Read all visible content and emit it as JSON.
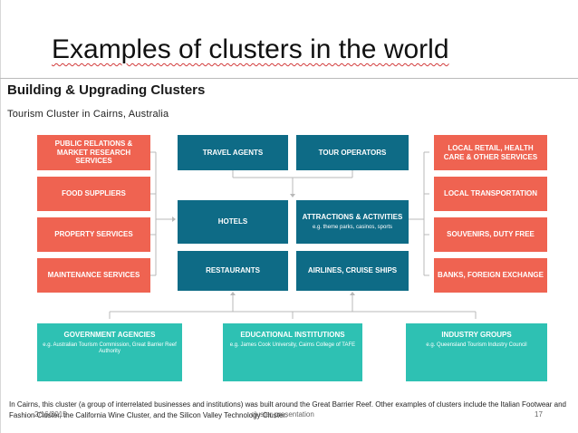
{
  "slide": {
    "title": "Examples of clusters in the world",
    "heading": "Building & Upgrading Clusters",
    "subheading": "Tourism Cluster in Cairns, Australia",
    "caption": "In Cairns, this cluster (a group of interrelated businesses and institutions) was built around the Great Barrier Reef. Other examples of clusters include the Italian Footwear and Fashion Cluster, the California Wine Cluster, and the Silicon Valley Technology Cluster.",
    "footer_date": "2/16/2015",
    "footer_center": "cluster presentation",
    "footer_page": "17"
  },
  "diagram": {
    "left": [
      {
        "label": "PUBLIC RELATIONS & MARKET RESEARCH SERVICES"
      },
      {
        "label": "FOOD SUPPLIERS"
      },
      {
        "label": "PROPERTY SERVICES"
      },
      {
        "label": "MAINTENANCE SERVICES"
      }
    ],
    "center": [
      {
        "label": "TRAVEL AGENTS",
        "note": ""
      },
      {
        "label": "TOUR OPERATORS",
        "note": ""
      },
      {
        "label": "HOTELS",
        "note": ""
      },
      {
        "label": "ATTRACTIONS & ACTIVITIES",
        "note": "e.g. theme parks, casinos, sports"
      },
      {
        "label": "RESTAURANTS",
        "note": ""
      },
      {
        "label": "AIRLINES, CRUISE SHIPS",
        "note": ""
      }
    ],
    "right": [
      {
        "label": "LOCAL RETAIL, HEALTH CARE & OTHER SERVICES"
      },
      {
        "label": "LOCAL TRANSPORTATION"
      },
      {
        "label": "SOUVENIRS, DUTY FREE"
      },
      {
        "label": "BANKS, FOREIGN EXCHANGE"
      }
    ],
    "bottom": [
      {
        "label": "GOVERNMENT AGENCIES",
        "note": "e.g. Australian Tourism Commission, Great Barrier Reef Authority"
      },
      {
        "label": "EDUCATIONAL INSTITUTIONS",
        "note": "e.g. James Cook University, Cairns College of TAFE"
      },
      {
        "label": "INDUSTRY GROUPS",
        "note": "e.g. Queensland Tourism Industry Council"
      }
    ]
  },
  "colors": {
    "orange": "#ef6351",
    "teal": "#0e6b86",
    "cyan": "#2ec1b3"
  }
}
